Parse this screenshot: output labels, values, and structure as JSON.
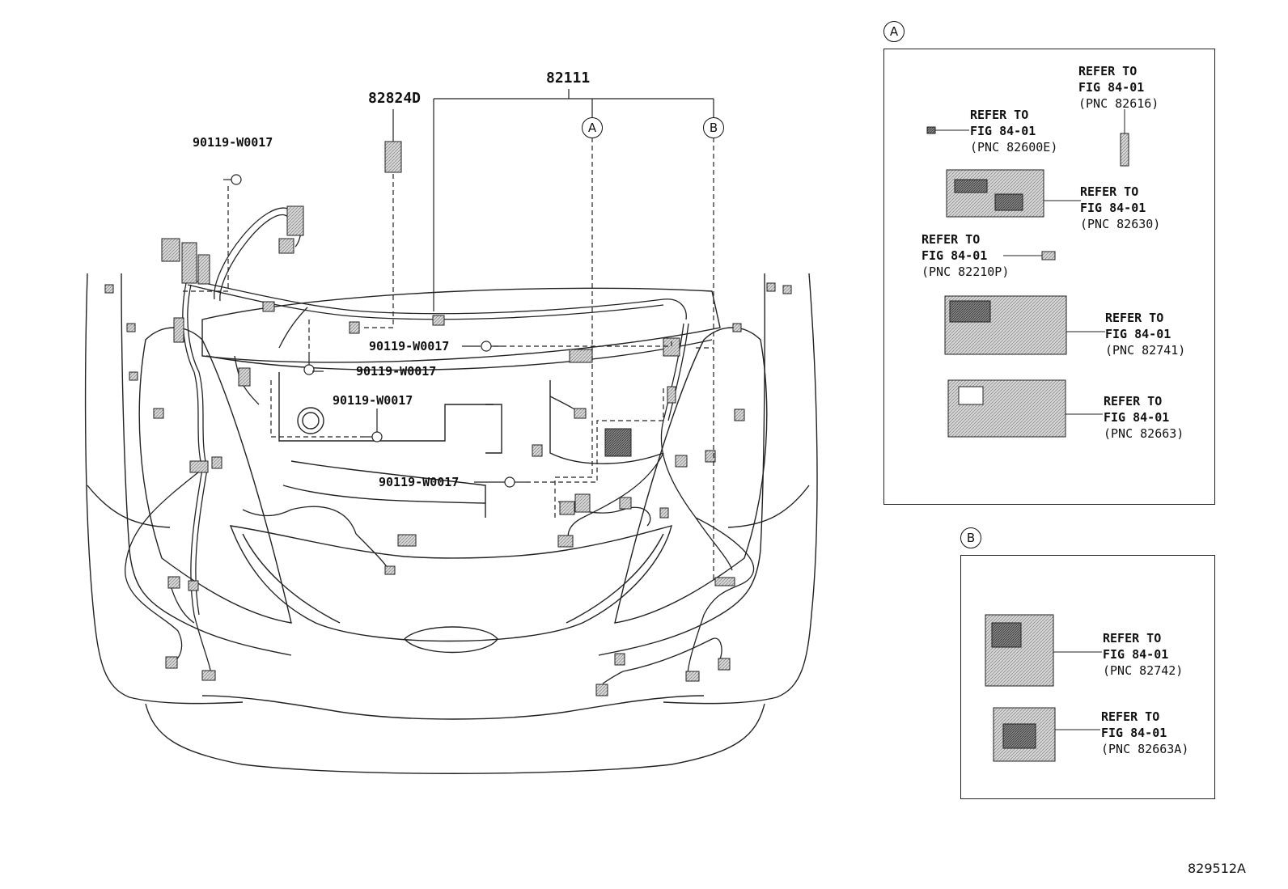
{
  "main_parts": {
    "harness": "82111",
    "relay_block": "82824D"
  },
  "bolts": [
    {
      "label": "90119-W0017"
    },
    {
      "label": "90119-W0017"
    },
    {
      "label": "90119-W0017"
    },
    {
      "label": "90119-W0017"
    },
    {
      "label": "90119-W0017"
    }
  ],
  "callouts": {
    "a": "A",
    "b": "B"
  },
  "inset_a": {
    "marker": "A",
    "refs": [
      {
        "line1": "REFER TO",
        "line2": "FIG 84-01",
        "pnc": "(PNC 82616)"
      },
      {
        "line1": "REFER TO",
        "line2": "FIG 84-01",
        "pnc": "(PNC 82600E)"
      },
      {
        "line1": "REFER TO",
        "line2": "FIG 84-01",
        "pnc": "(PNC 82630)"
      },
      {
        "line1": "REFER TO",
        "line2": "FIG 84-01",
        "pnc": "(PNC 82210P)"
      },
      {
        "line1": "REFER TO",
        "line2": "FIG 84-01",
        "pnc": "(PNC 82741)"
      },
      {
        "line1": "REFER TO",
        "line2": "FIG 84-01",
        "pnc": "(PNC 82663)"
      }
    ]
  },
  "inset_b": {
    "marker": "B",
    "refs": [
      {
        "line1": "REFER TO",
        "line2": "FIG 84-01",
        "pnc": "(PNC 82742)"
      },
      {
        "line1": "REFER TO",
        "line2": "FIG 84-01",
        "pnc": "(PNC 82663A)"
      }
    ]
  },
  "figure_code": "829512A"
}
